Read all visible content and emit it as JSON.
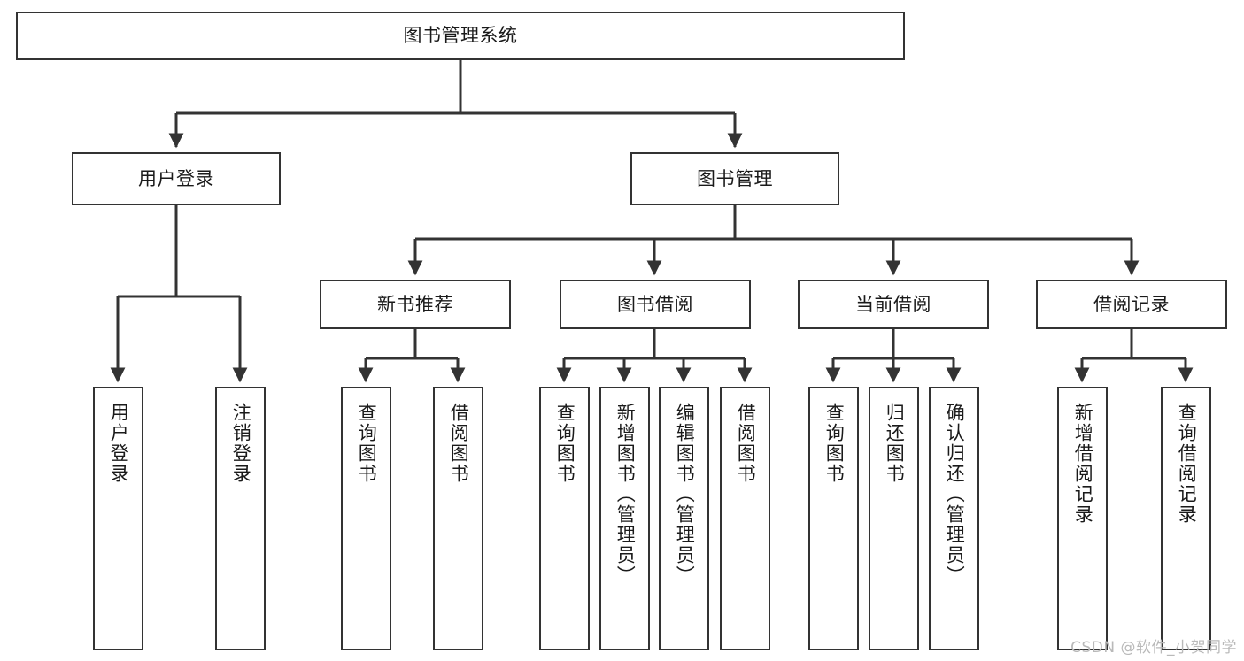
{
  "diagram": {
    "title": "图书管理系统",
    "watermark": "CSDN @软件_小贺同学",
    "colors": {
      "stroke": "#333333",
      "background": "#ffffff",
      "text": "#1a1a1a",
      "watermark": "#b9b9b9"
    }
  },
  "nodes": {
    "root": {
      "label": "图书管理系统"
    },
    "level2": [
      {
        "label": "用户登录"
      },
      {
        "label": "图书管理"
      }
    ],
    "level3": [
      {
        "label": "新书推荐"
      },
      {
        "label": "图书借阅"
      },
      {
        "label": "当前借阅"
      },
      {
        "label": "借阅记录"
      }
    ],
    "leaves_user_login": [
      {
        "label": "用户登录"
      },
      {
        "label": "注销登录"
      }
    ],
    "leaves_new_book": [
      {
        "label": "查询图书"
      },
      {
        "label": "借阅图书"
      }
    ],
    "leaves_borrow": [
      {
        "label": "查询图书"
      },
      {
        "label": "新增图书（管理员）"
      },
      {
        "label": "编辑图书（管理员）"
      },
      {
        "label": "借阅图书"
      }
    ],
    "leaves_current": [
      {
        "label": "查询图书"
      },
      {
        "label": "归还图书"
      },
      {
        "label": "确认归还（管理员）"
      }
    ],
    "leaves_records": [
      {
        "label": "新增借阅记录"
      },
      {
        "label": "查询借阅记录"
      }
    ]
  }
}
